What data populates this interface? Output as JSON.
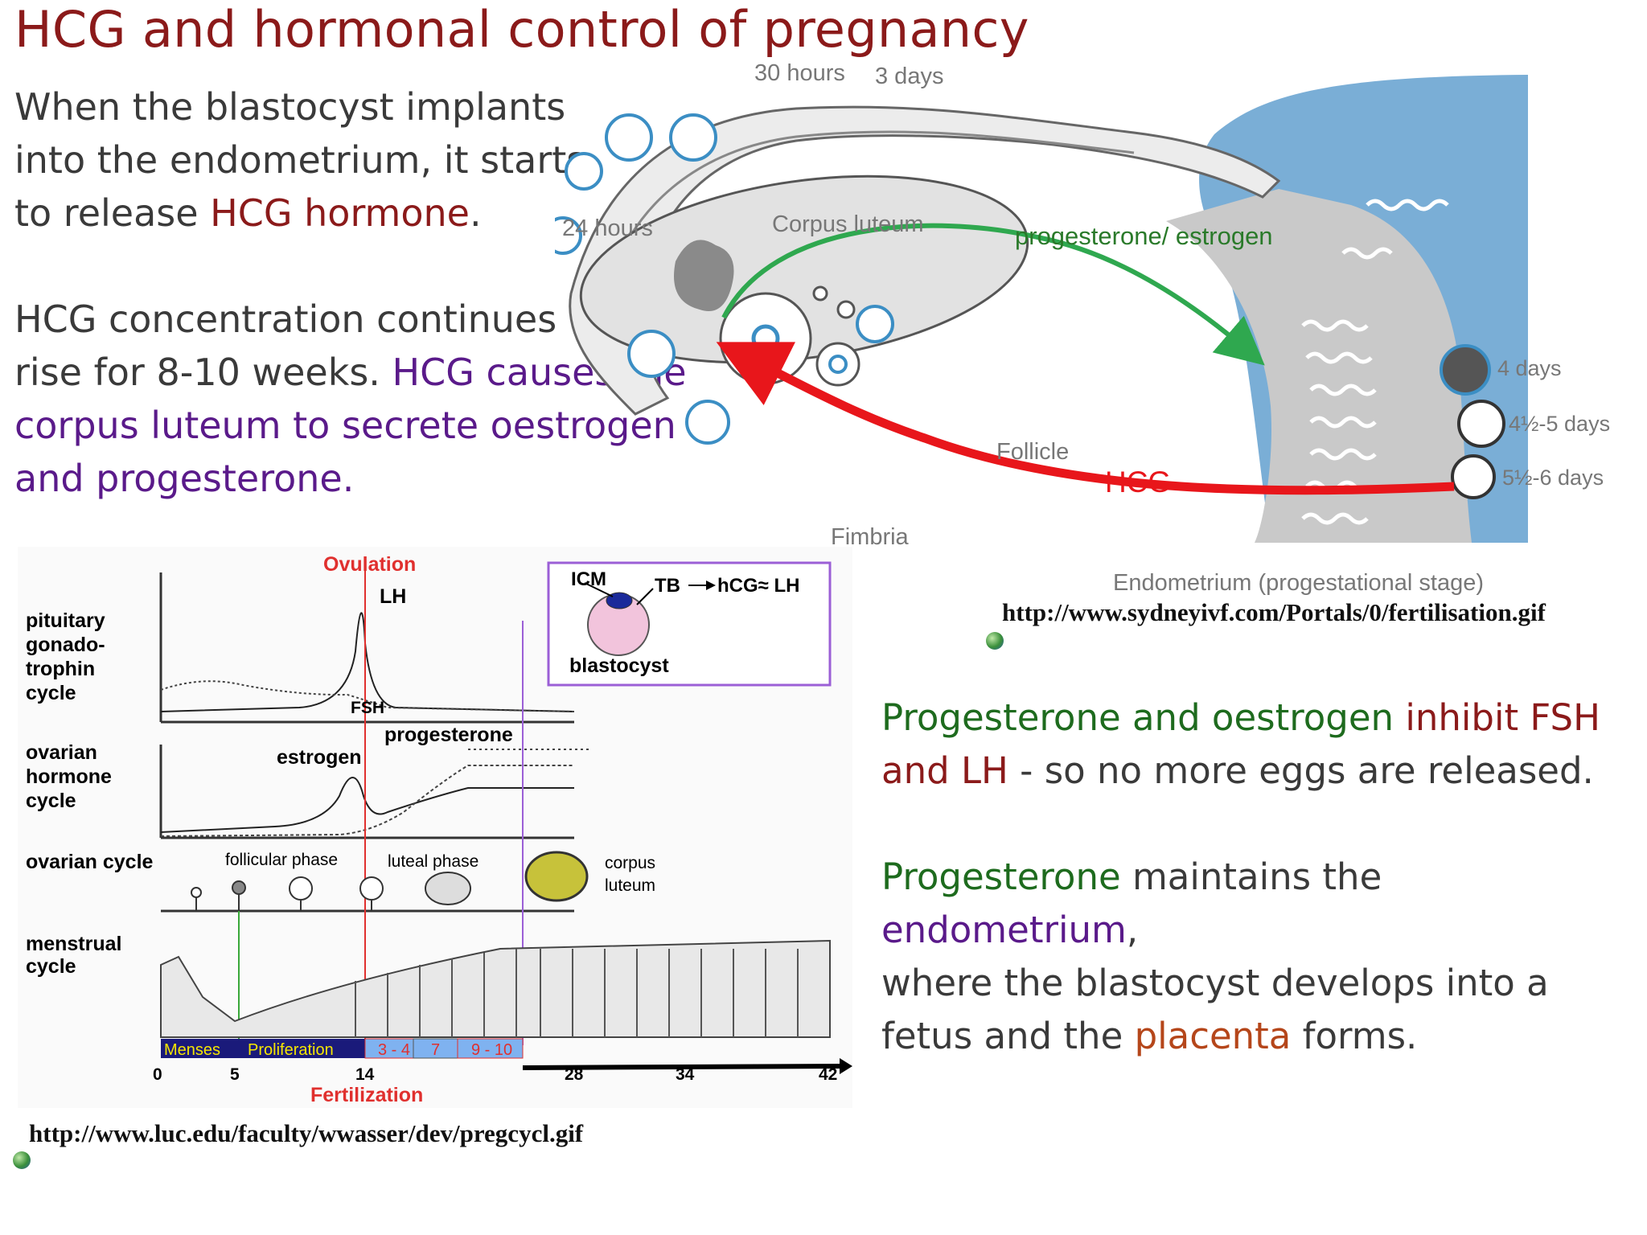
{
  "slide": {
    "title": "HCG and hormonal control of pregnancy"
  },
  "intro": {
    "line1": "When the blastocyst implants",
    "line2": "into the endometrium, it starts",
    "line3_pre": "to release ",
    "line3_hl": "HCG hormone",
    "line3_post": "."
  },
  "rise": {
    "line1": "HCG concentration continues to",
    "line2_pre": "rise for 8-10 weeks. ",
    "line2_hl": "HCG causes the",
    "line3": "corpus luteum to secrete oestrogen",
    "line4": "and progesterone."
  },
  "inhibit": {
    "part1": "Progesterone and oestrogen",
    "part2": " inhibit FSH",
    "part3": "and LH",
    "part4": " - so no more eggs are released."
  },
  "maintain": {
    "part1": "Progesterone",
    "part2": " maintains the ",
    "part3": "endometrium",
    "part4": ",",
    "line2": "where the blastocyst develops into a",
    "line3_pre": "fetus and the ",
    "line3_hl": "placenta",
    "line3_post": " forms."
  },
  "fertilisation_diagram": {
    "t30": "30 hours",
    "t3d": "3 days",
    "t24": "24 hours",
    "corpus_luteum": "Corpus luteum",
    "prog_estrogen": "progesterone/ estrogen",
    "d4": "4 days",
    "d45": "4½-5 days",
    "d56": "5½-6 days",
    "follicle": "Follicle",
    "hcg": "HCG",
    "fimbria": "Fimbria",
    "endometrium": "Endometrium (progestational stage)",
    "colors": {
      "green_arrow": "#2fa84f",
      "red_arrow": "#e8161b",
      "uterus_blue": "#7aaed6"
    }
  },
  "cycle_chart": {
    "ovulation": "Ovulation",
    "lh": "LH",
    "fsh": "FSH",
    "pituitary": [
      "pituitary",
      "gonado-",
      "trophin",
      "cycle"
    ],
    "ovarian_hormone": [
      "ovarian",
      "hormone",
      "cycle"
    ],
    "estrogen": "estrogen",
    "progesterone": "progesterone",
    "ovarian_cycle": "ovarian cycle",
    "follicular": "follicular phase",
    "luteal": "luteal phase",
    "corpus_luteum": [
      "corpus",
      "luteum"
    ],
    "menstrual": [
      "menstrual",
      "cycle"
    ],
    "inset": {
      "icm": "ICM",
      "tb": "TB",
      "hcg_lh": "hCG≈ LH",
      "blastocyst": "blastocyst"
    },
    "phase_bar": [
      "Menses",
      "Proliferation",
      "3 - 4",
      "7",
      "9 - 10"
    ],
    "day_ticks": [
      "0",
      "5",
      "14",
      "28",
      "34",
      "42"
    ],
    "fertilization": "Fertilization",
    "colors": {
      "ovulation_red": "#e0302e",
      "bar_navy": "#1a1a7a",
      "bar_yellow": "#f5e600",
      "bar_blue": "#7fb2f0",
      "inset_purple": "#9b5fd6"
    }
  },
  "urls": {
    "sydney": "http://www.sydneyivf.com/Portals/0/fertilisation.gif",
    "luc": "http://www.luc.edu/faculty/wwasser/dev/pregcycl.gif"
  }
}
